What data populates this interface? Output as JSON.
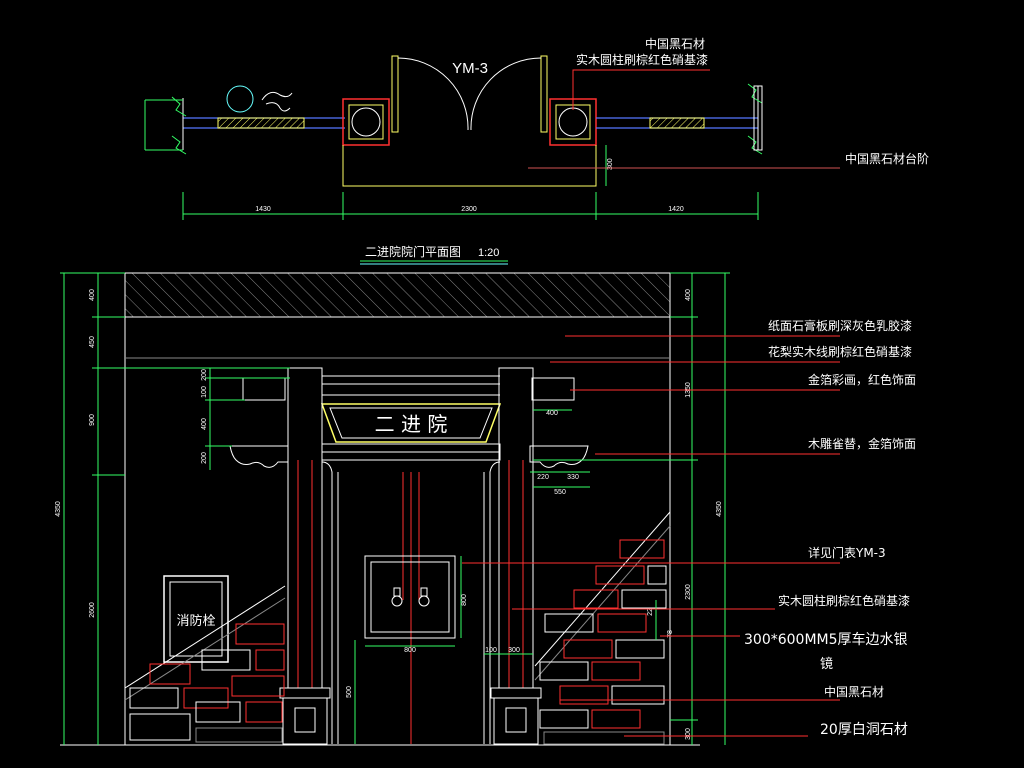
{
  "colors": {
    "background": "#000000",
    "white": "#ffffff",
    "yellow": "#ffff66",
    "green": "#33ff66",
    "red": "#ff3030",
    "darkred": "#cc2222",
    "cyan": "#66ffff",
    "blue": "#5577ff",
    "gray": "#bbbbbb",
    "magenta": "#ff33cc"
  },
  "plan": {
    "door_tag": "YM-3",
    "note_black_stone": "中国黑石材",
    "note_column": "实木圆柱刷棕红色硝基漆",
    "note_step": "中国黑石材台阶",
    "dim_left": "1430",
    "dim_mid": "2300",
    "dim_right": "1420",
    "dim_step": "300",
    "title": "二进院院门平面图",
    "scale": "1:20"
  },
  "elevation": {
    "sign_text": "二 进 院",
    "hydrant_label": "消防栓",
    "dims_left_outer": [
      "400",
      "450",
      "900",
      "2600"
    ],
    "dim_total_left": "4350",
    "dims_left_inner": [
      "200",
      "100",
      "400",
      "200"
    ],
    "dims_right_outer": [
      "400",
      "1350",
      "2300",
      "300"
    ],
    "dim_total_right": "4350",
    "dim_400": "400",
    "dim_220": "220",
    "dim_330": "330",
    "dim_550": "550",
    "dim_door_w": "800",
    "dim_door_h": "800",
    "dim_100": "100",
    "dim_300": "300",
    "dim_500": "500",
    "dim_22": "22",
    "dim_78": "78",
    "notes": [
      "纸面石膏板刷深灰色乳胶漆",
      "花梨实木线刷棕红色硝基漆",
      "金箔彩画，红色饰面",
      "木雕雀替，金箔饰面",
      "详见门表YM-3",
      "实木圆柱刷棕红色硝基漆",
      "300*600MM5厚车边水银",
      "镜",
      "中国黑石材",
      "20厚白洞石材"
    ]
  }
}
